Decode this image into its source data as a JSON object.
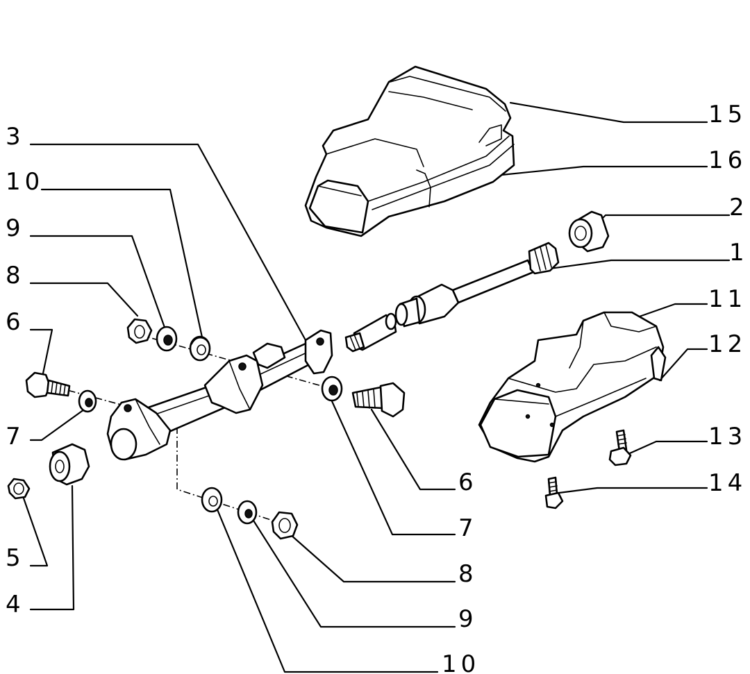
{
  "callouts": {
    "l3": "3",
    "l10a": "10",
    "l9a": "9",
    "l8a": "8",
    "l6a": "6",
    "l7a": "7",
    "l5": "5",
    "l4": "4",
    "l15": "15",
    "l16": "16",
    "l2": "2",
    "l1": "1",
    "l11": "11",
    "l12": "12",
    "l13": "13",
    "l14": "14",
    "l6b": "6",
    "l7b": "7",
    "l8b": "8",
    "l9b": "9",
    "l10b": "10"
  }
}
